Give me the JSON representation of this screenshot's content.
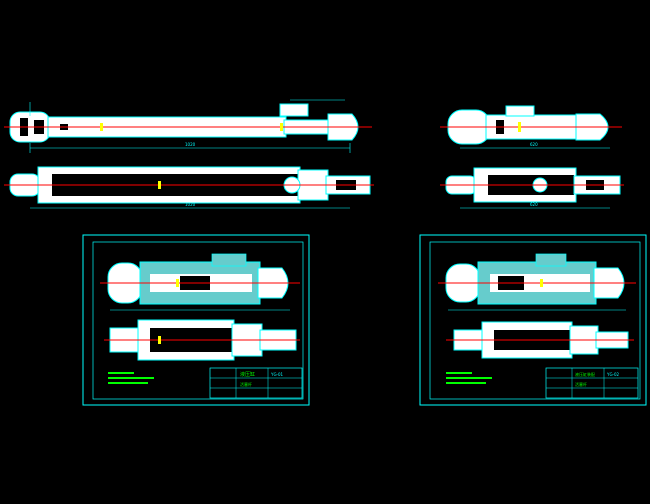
{
  "colors": {
    "background": "#000000",
    "outline": "#00ffff",
    "part_fill": "#ffffff",
    "section_fill": "#66cccc",
    "centerline": "#ff0000",
    "dimension": "#00ffff",
    "yellow_mark": "#ffff00",
    "border": "#00ffff",
    "title_block": "#00ffff",
    "note_text": "#00ff00"
  },
  "dimensions": {
    "left_top_length": "1020",
    "left_bottom_length": "1020",
    "right_top_length": "620",
    "right_bottom_length": "620"
  },
  "sheets": [
    {
      "id": "sheet-left",
      "drawing_title": "液压缸",
      "drawing_number": "YG-01",
      "sub_title": "活塞杆"
    },
    {
      "id": "sheet-right",
      "drawing_title": "液压缸装配",
      "drawing_number": "YG-02",
      "sub_title": "活塞杆"
    }
  ]
}
